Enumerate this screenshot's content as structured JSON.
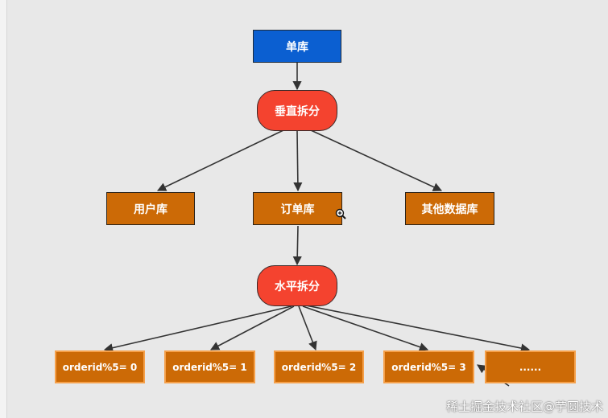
{
  "nodes": {
    "single_db": "单库",
    "vertical_split": "垂直拆分",
    "user_db": "用户库",
    "order_db": "订单库",
    "other_db": "其他数据库",
    "horizontal_split": "水平拆分",
    "shard_0": "orderid%5= 0",
    "shard_1": "orderid%5= 1",
    "shard_2": "orderid%5= 2",
    "shard_3": "orderid%5= 3",
    "shard_more": "......"
  },
  "watermark": "稀土掘金技术社区@芋圆技术",
  "icons": {
    "cursor": "zoom-in-cursor-icon"
  },
  "colors": {
    "single_db": "#0b5fd1",
    "split": "#f4432f",
    "db": "#cc6a06",
    "shard_border": "#f5a04a",
    "background": "#e8e8e8"
  }
}
